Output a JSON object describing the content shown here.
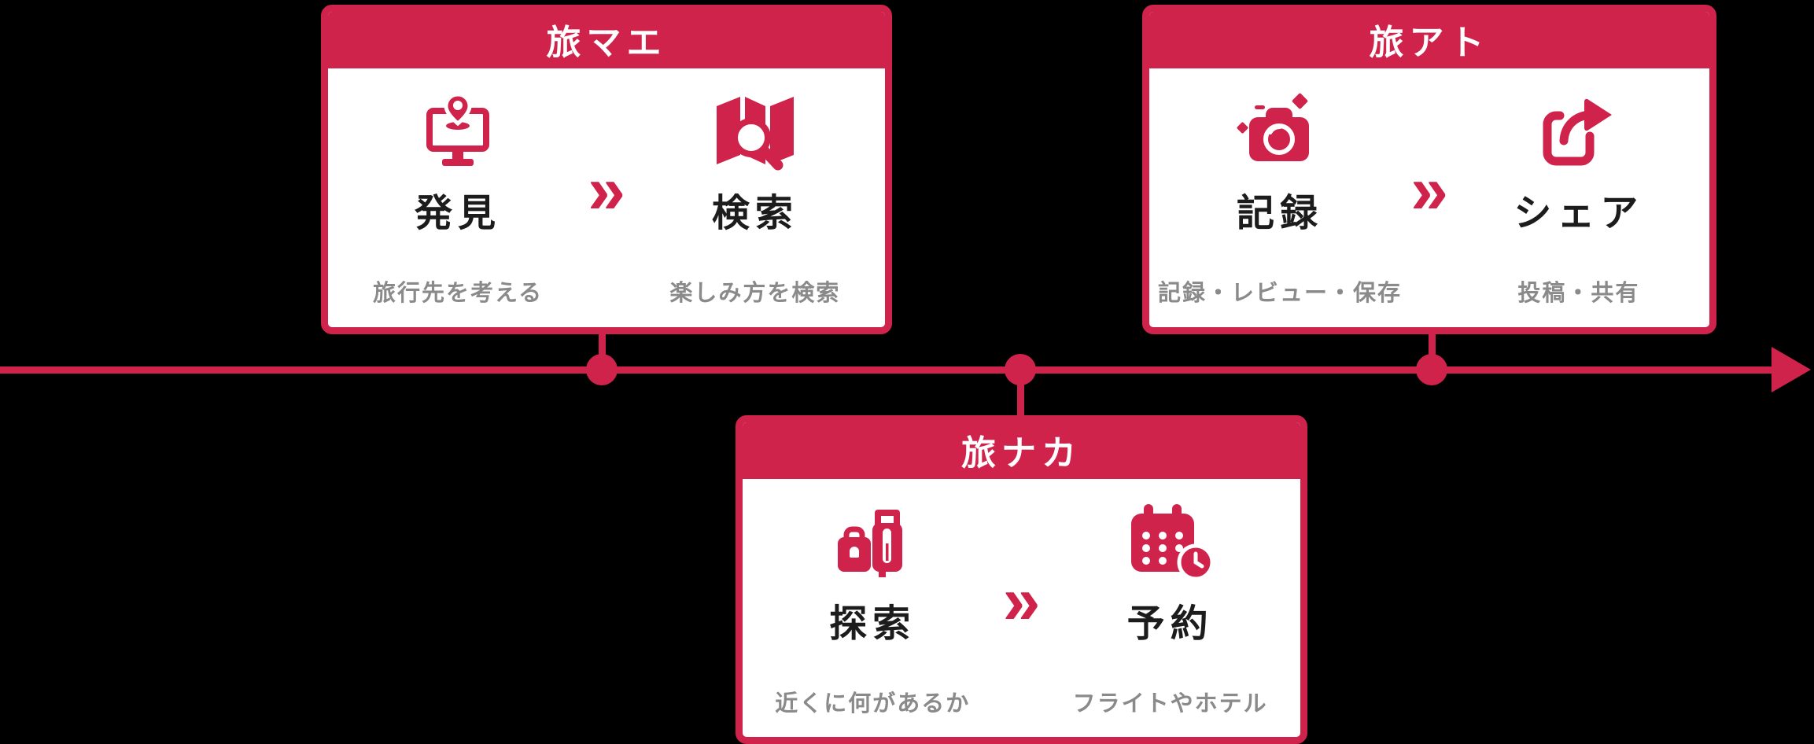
{
  "page": {
    "background": "#000000",
    "accent": "#D0234C",
    "card_background": "#FFFFFF",
    "title_color": "#FFFFFF",
    "label_color": "#1C1C1C",
    "description_color": "#8A8A8A"
  },
  "timeline": {
    "direction": "left-to-right",
    "arrow": "right",
    "dots": 3
  },
  "chevron": "»",
  "cards": [
    {
      "id": "tabi-mae",
      "title": "旅マエ",
      "position": "top-left",
      "steps": [
        {
          "icon": "desktop-location-icon",
          "label": "発見",
          "description": "旅行先を考える"
        },
        {
          "icon": "map-search-icon",
          "label": "検索",
          "description": "楽しみ方を検索"
        }
      ]
    },
    {
      "id": "tabi-naka",
      "title": "旅ナカ",
      "position": "bottom-center",
      "steps": [
        {
          "icon": "luggage-icon",
          "label": "探索",
          "description": "近くに何があるか"
        },
        {
          "icon": "calendar-clock-icon",
          "label": "予約",
          "description": "フライトやホテル"
        }
      ]
    },
    {
      "id": "tabi-ato",
      "title": "旅アト",
      "position": "top-right",
      "steps": [
        {
          "icon": "camera-sparkles-icon",
          "label": "記録",
          "description": "記録・レビュー・保存"
        },
        {
          "icon": "share-icon",
          "label": "シェア",
          "description": "投稿・共有"
        }
      ]
    }
  ]
}
